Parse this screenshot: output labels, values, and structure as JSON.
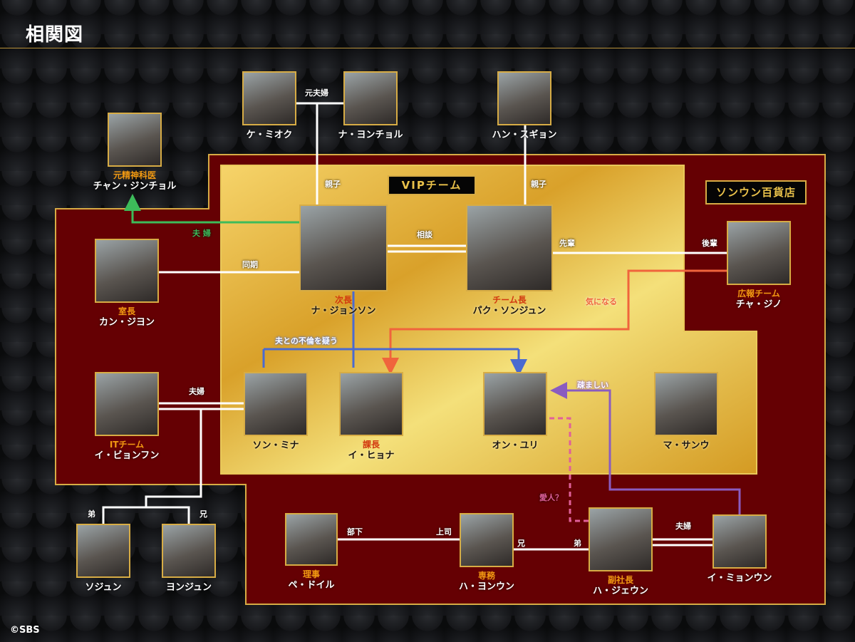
{
  "title": "相関図",
  "groups": {
    "vip": "VIPチーム",
    "store": "ソンウン百貨店"
  },
  "people": [
    {
      "id": "ke-miok",
      "name": "ケ・ミオク"
    },
    {
      "id": "na-yongcheol",
      "name": "ナ・ヨンチョル"
    },
    {
      "id": "han-sugyong",
      "name": "ハン・スギョン"
    },
    {
      "id": "chang-jincheol",
      "role": "元精神科医",
      "name": "チャン・ジンチョル"
    },
    {
      "id": "na-jongson",
      "role": "次長",
      "name": "ナ・ジョンソン"
    },
    {
      "id": "park-sonjun",
      "role": "チーム長",
      "name": "パク・ソンジュン"
    },
    {
      "id": "cha-jino",
      "role": "広報チーム",
      "name": "チャ・ジノ"
    },
    {
      "id": "kang-jiyon",
      "role": "室長",
      "name": "カン・ジヨン"
    },
    {
      "id": "lee-byonfun",
      "role": "ITチーム",
      "name": "イ・ビョンフン"
    },
    {
      "id": "son-mina",
      "name": "ソン・ミナ"
    },
    {
      "id": "lee-hyona",
      "role": "課長",
      "name": "イ・ヒョナ"
    },
    {
      "id": "on-yuri",
      "name": "オン・ユリ"
    },
    {
      "id": "ma-sanu",
      "name": "マ・サンウ"
    },
    {
      "id": "sojun",
      "name": "ソジュン"
    },
    {
      "id": "yonjun",
      "name": "ヨンジュン"
    },
    {
      "id": "pe-doil",
      "role": "理事",
      "name": "ペ・ドイル"
    },
    {
      "id": "ha-yonun",
      "role": "専務",
      "name": "ハ・ヨンウン"
    },
    {
      "id": "ha-jeun",
      "role": "副社長",
      "name": "ハ・ジェウン"
    },
    {
      "id": "lee-myonun",
      "name": "イ・ミョンウン"
    }
  ],
  "relations": [
    "元夫婦",
    "親子",
    "親子",
    "夫 婦",
    "相談",
    "同期",
    "先輩",
    "後輩",
    "気になる",
    "夫との不倫を疑う",
    "疎ましい",
    "夫婦",
    "愛人？",
    "弟",
    "兄",
    "部下",
    "上司",
    "兄",
    "弟",
    "夫婦"
  ],
  "colors": {
    "maroon": "#650003",
    "gold": "#e8b83a",
    "green": "#3dbb5a",
    "orange": "#f0643c",
    "blue": "#4a6ad0",
    "purple": "#8a5cc0",
    "pink": "#e0609a"
  },
  "copyright": "©SBS"
}
